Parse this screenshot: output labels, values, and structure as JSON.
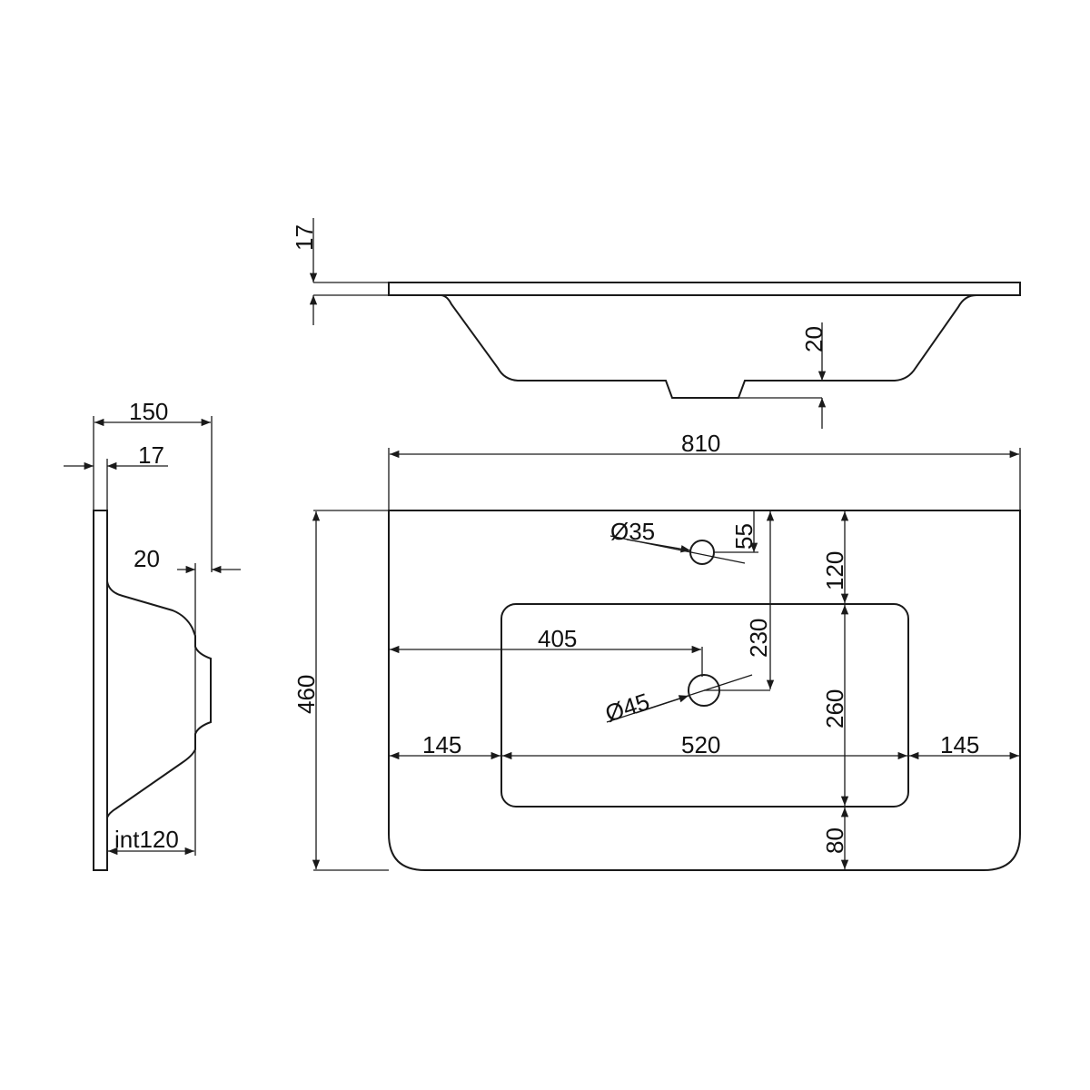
{
  "side_elevation": {
    "thickness_label": "17",
    "depth_offset_label": "20"
  },
  "profile_view": {
    "depth_label": "150",
    "thickness_label": "17",
    "offset_label": "20",
    "internal_label": "int120"
  },
  "plan_view": {
    "width_label": "810",
    "height_label": "460",
    "tap_hole_label": "Ø35",
    "tap_hole_offset_label": "55",
    "drain_hole_label": "Ø45",
    "drain_vertical_label": "230",
    "drain_horizontal_label": "405",
    "top_margin_label": "120",
    "basin_depth_label": "260",
    "bottom_margin_label": "80",
    "left_margin_label": "145",
    "basin_width_label": "520",
    "right_margin_label": "145"
  }
}
